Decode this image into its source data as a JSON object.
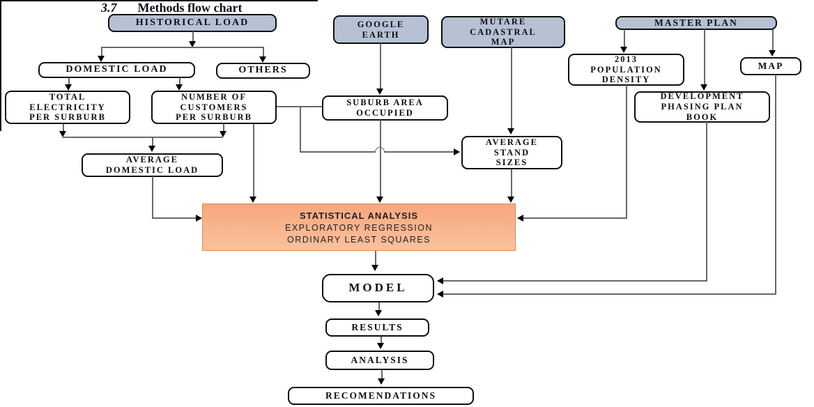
{
  "title": {
    "number": "3.7",
    "text": "Methods flow chart"
  },
  "colors": {
    "source_box_fill": "#b6c2d4",
    "process_box_fill": "#ffffff",
    "analysis_fill_top": "#f7a77d",
    "analysis_fill_bottom": "#fbc19d",
    "analysis_border": "#e3874f",
    "connector_line": "#686868",
    "arrowhead": "#000000",
    "box_border": "#0d0d0d"
  },
  "nodes": {
    "historical_load": {
      "label": "HISTORICAL LOAD"
    },
    "google_earth": {
      "label": "GOOGLE\nEARTH"
    },
    "mutare_cadastral_map": {
      "label": "MUTARE\nCADASTRAL\nMAP"
    },
    "master_plan": {
      "label": "MASTER PLAN"
    },
    "domestic_load": {
      "label": "DOMESTIC LOAD"
    },
    "others": {
      "label": "OTHERS"
    },
    "population_density": {
      "label": "2013\nPOPULATION\nDENSITY"
    },
    "map": {
      "label": "MAP"
    },
    "total_electricity": {
      "label": "TOTAL\nELECTRICITY\nPER SURBURB"
    },
    "number_of_customers": {
      "label": "NUMBER OF\nCUSTOMERS\nPER SURBURB"
    },
    "suburb_area": {
      "label": "SUBURB AREA\nOCCUPIED"
    },
    "development_phasing": {
      "label": "DEVELOPMENT\nPHASING PLAN\nBOOK"
    },
    "average_domestic_load": {
      "label": "AVERAGE\nDOMESTIC LOAD"
    },
    "average_stand_sizes": {
      "label": "AVERAGE\nSTAND\nSIZES"
    },
    "statistical_analysis": {
      "line1": "STATISTICAL ANALYSIS",
      "line2": "EXPLORATORY REGRESSION",
      "line3": "ORDINARY LEAST SQUARES"
    },
    "model": {
      "label": "MODEL"
    },
    "results": {
      "label": "RESULTS"
    },
    "analysis": {
      "label": "ANALYSIS"
    },
    "recomendations": {
      "label": "RECOMENDATIONS"
    }
  }
}
